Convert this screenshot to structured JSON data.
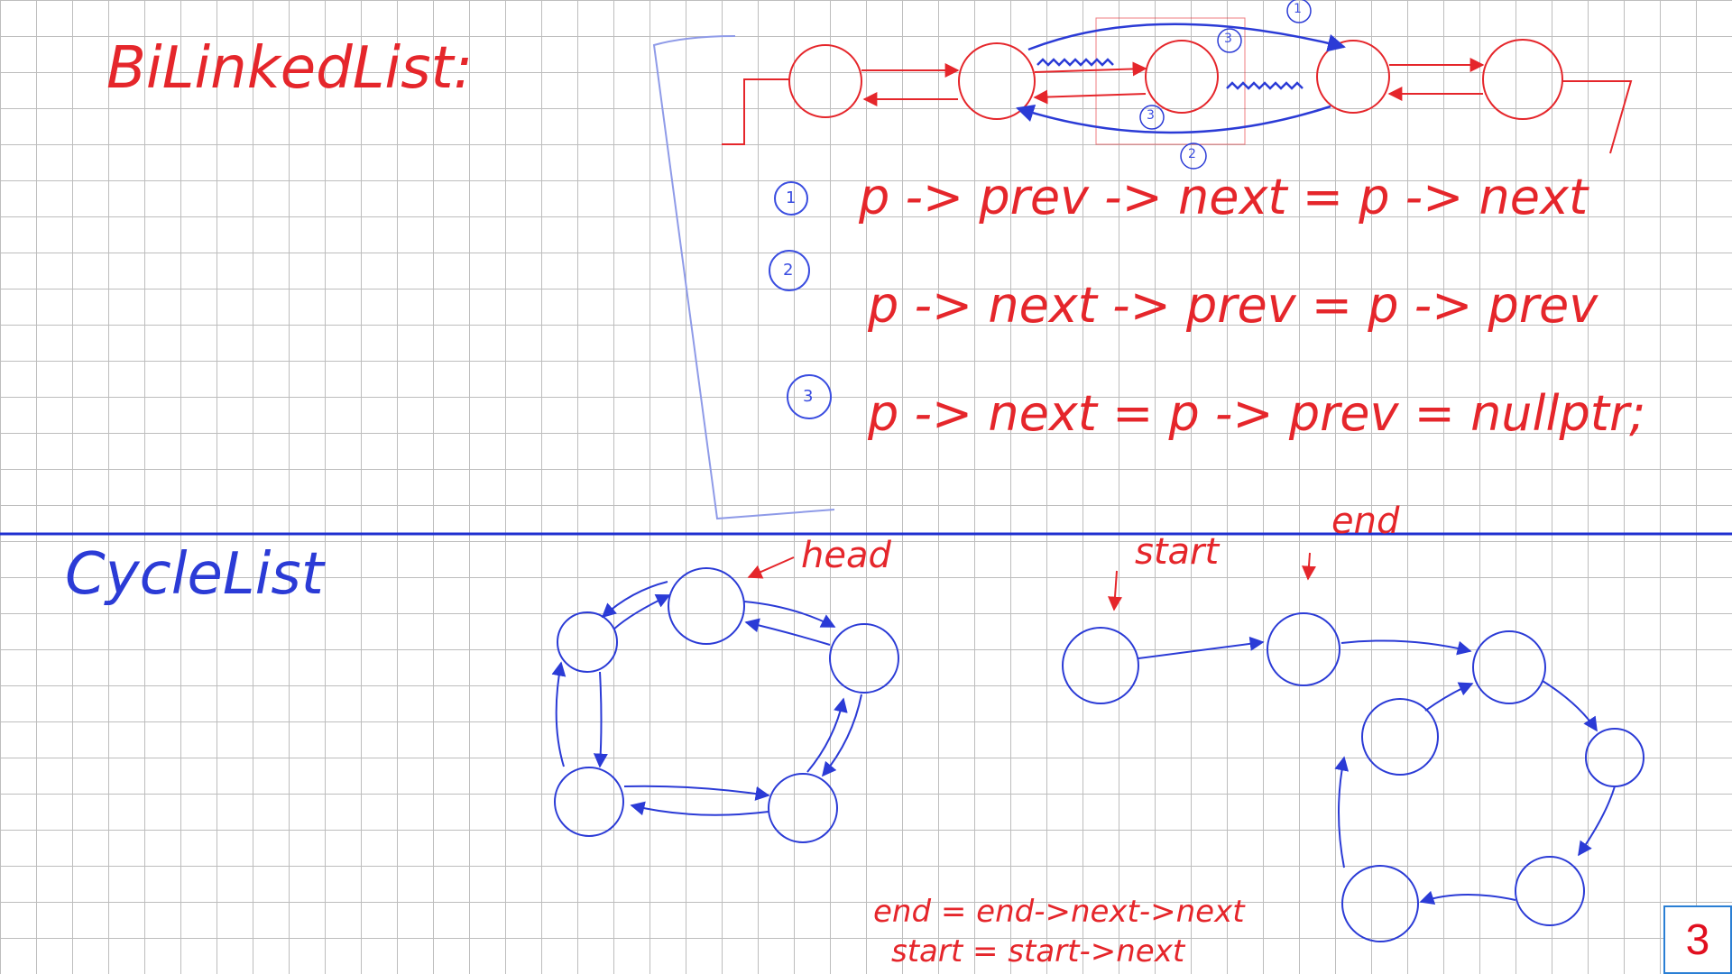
{
  "titles": {
    "bilinked": "BiLinkedList:",
    "cycle": "CycleList"
  },
  "steps": [
    {
      "num": "1",
      "code": "p -> prev -> next = p -> next"
    },
    {
      "num": "2",
      "code": "p -> next -> prev = p -> prev"
    },
    {
      "num": "3",
      "code": "p -> next = p -> prev = nullptr;"
    }
  ],
  "arrow_marks": [
    "1",
    "2",
    "3",
    "3"
  ],
  "pointers": {
    "head": "head",
    "start": "start",
    "end": "end"
  },
  "formulas": {
    "end": "end = end->next->next",
    "start": "start = start->next"
  },
  "page_number": "3",
  "colors": {
    "red_ink": "#e5262b",
    "blue_ink": "#2b3bd6",
    "grid": "#bdbdbd",
    "divider": "#1f2fd0"
  }
}
